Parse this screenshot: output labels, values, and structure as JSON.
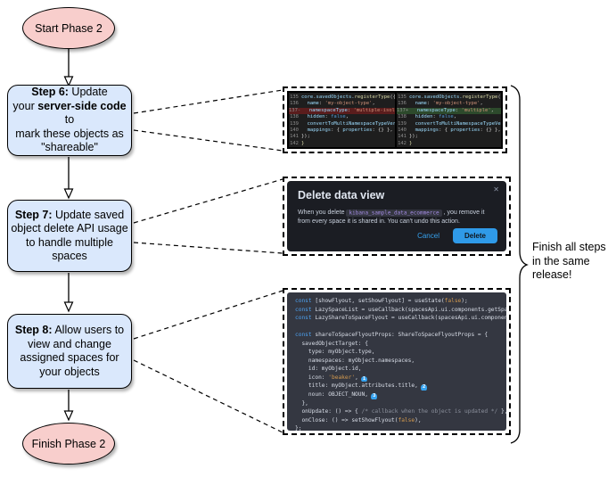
{
  "colors": {
    "accent_blue": "#36a2ef",
    "step_box_fill": "#dae8fc",
    "terminator_fill": "#f8cecc",
    "diff_removed_bg": "#5a1d1d",
    "diff_added_bg": "#2d4a2c",
    "code_block_bg": "#343741",
    "modal_bg": "#1b1d23"
  },
  "flow": {
    "start": "Start Phase 2",
    "finish": "Finish Phase 2",
    "steps": [
      {
        "lines": [
          [
            {
              "b": 1,
              "t": "Step 6:"
            },
            {
              "t": " Update"
            }
          ],
          [
            {
              "t": "your "
            },
            {
              "b": 1,
              "t": "server-side code"
            },
            {
              "t": " to"
            }
          ],
          [
            {
              "t": "mark these objects as"
            }
          ],
          [
            {
              "t": "\"shareable\""
            }
          ]
        ]
      },
      {
        "lines": [
          [
            {
              "b": 1,
              "t": "Step 7:"
            },
            {
              "t": " Update saved"
            }
          ],
          [
            {
              "t": "object delete API usage"
            }
          ],
          [
            {
              "t": "to handle multiple spaces"
            }
          ]
        ]
      },
      {
        "lines": [
          [
            {
              "b": 1,
              "t": "Step 8:"
            },
            {
              "t": " Allow users to"
            }
          ],
          [
            {
              "t": "view and change"
            }
          ],
          [
            {
              "t": "assigned spaces for"
            }
          ],
          [
            {
              "t": "your objects"
            }
          ]
        ]
      }
    ]
  },
  "note": {
    "text": "Finish all steps in the same release!"
  },
  "diff_panel": {
    "left": {
      "lines": [
        {
          "num": "135",
          "mark": "",
          "tokens": [
            [
              "prop",
              "core.savedObjects."
            ],
            [
              "fn",
              "registerType"
            ],
            [
              "pl",
              "({"
            ]
          ]
        },
        {
          "num": "136",
          "mark": "",
          "tokens": [
            [
              "pl",
              "  "
            ],
            [
              "prop",
              "name"
            ],
            [
              "pl",
              ": "
            ],
            [
              "str",
              "'my-object-type'"
            ],
            [
              "pl",
              ","
            ]
          ]
        },
        {
          "num": "137-",
          "mark": "del",
          "tokens": [
            [
              "pl",
              "  "
            ],
            [
              "prop",
              "namespaceType"
            ],
            [
              "pl",
              ": "
            ],
            [
              "str",
              "'multiple-isolated'"
            ],
            [
              "pl",
              ","
            ]
          ]
        },
        {
          "num": "138",
          "mark": "",
          "tokens": [
            [
              "pl",
              "  "
            ],
            [
              "prop",
              "hidden"
            ],
            [
              "pl",
              ": "
            ],
            [
              "kw",
              "false"
            ],
            [
              "pl",
              ","
            ]
          ]
        },
        {
          "num": "139",
          "mark": "",
          "tokens": [
            [
              "pl",
              "  "
            ],
            [
              "prop",
              "convertToMultiNamespaceTypeVersion"
            ],
            [
              "pl",
              ":"
            ]
          ]
        },
        {
          "num": "140",
          "mark": "",
          "tokens": [
            [
              "pl",
              "  "
            ],
            [
              "prop",
              "mappings"
            ],
            [
              "pl",
              ": { "
            ],
            [
              "prop",
              "properties"
            ],
            [
              "pl",
              ": {} },"
            ]
          ]
        },
        {
          "num": "141",
          "mark": "",
          "tokens": [
            [
              "pl",
              "});"
            ]
          ]
        },
        {
          "num": "142",
          "mark": "",
          "tokens": [
            [
              "fn",
              "}"
            ]
          ]
        }
      ]
    },
    "right": {
      "lines": [
        {
          "num": "135",
          "mark": "",
          "tokens": [
            [
              "prop",
              "core.savedObjects."
            ],
            [
              "fn",
              "registerType"
            ],
            [
              "pl",
              "({"
            ]
          ]
        },
        {
          "num": "136",
          "mark": "",
          "tokens": [
            [
              "pl",
              "  "
            ],
            [
              "prop",
              "name"
            ],
            [
              "pl",
              ": "
            ],
            [
              "str",
              "'my-object-type'"
            ],
            [
              "pl",
              ","
            ]
          ]
        },
        {
          "num": "137+",
          "mark": "add",
          "tokens": [
            [
              "pl",
              "  "
            ],
            [
              "prop",
              "namespaceType"
            ],
            [
              "pl",
              ": "
            ],
            [
              "str",
              "'multiple'"
            ],
            [
              "pl",
              ","
            ]
          ]
        },
        {
          "num": "138",
          "mark": "",
          "tokens": [
            [
              "pl",
              "  "
            ],
            [
              "prop",
              "hidden"
            ],
            [
              "pl",
              ": "
            ],
            [
              "kw",
              "false"
            ],
            [
              "pl",
              ","
            ]
          ]
        },
        {
          "num": "139",
          "mark": "",
          "tokens": [
            [
              "pl",
              "  "
            ],
            [
              "prop",
              "convertToMultiNamespaceTypeVersion"
            ],
            [
              "pl",
              ":"
            ]
          ]
        },
        {
          "num": "140",
          "mark": "",
          "tokens": [
            [
              "pl",
              "  "
            ],
            [
              "prop",
              "mappings"
            ],
            [
              "pl",
              ": { "
            ],
            [
              "prop",
              "properties"
            ],
            [
              "pl",
              ": {} },"
            ]
          ]
        },
        {
          "num": "141",
          "mark": "",
          "tokens": [
            [
              "pl",
              "});"
            ]
          ]
        },
        {
          "num": "142",
          "mark": "",
          "tokens": [
            [
              "fn",
              "}"
            ]
          ]
        }
      ]
    }
  },
  "dialog": {
    "title": "Delete data view",
    "close": "✕",
    "body_pre": "When you delete ",
    "code_chip": "kibana_sample_data_ecommerce",
    "body_post": " , you remove it from every space it is shared in. You can't undo this action.",
    "cancel_label": "Cancel",
    "delete_label": "Delete"
  },
  "code_panel": {
    "lines": [
      {
        "tokens": [
          [
            "ek",
            "const"
          ],
          [
            "ep",
            " [showFlyout, setShowFlyout] = useState("
          ],
          [
            "es",
            "false"
          ],
          [
            "ep",
            ");"
          ]
        ]
      },
      {
        "tokens": [
          [
            "ek",
            "const"
          ],
          [
            "ep",
            " LazySpaceList = useCallback(spacesApi.ui.components.getSpaceLi"
          ]
        ]
      },
      {
        "tokens": [
          [
            "ek",
            "const"
          ],
          [
            "ep",
            " LazyShareToSpaceFlyout = useCallback(spacesApi.ui.components.ge"
          ]
        ]
      },
      {
        "tokens": []
      },
      {
        "tokens": [
          [
            "ek",
            "const"
          ],
          [
            "ep",
            " shareToSpaceFlyoutProps: ShareToSpaceFlyoutProps = {"
          ]
        ]
      },
      {
        "tokens": [
          [
            "ep",
            "  savedObjectTarget: {"
          ]
        ]
      },
      {
        "tokens": [
          [
            "ep",
            "    type: myObject.type,"
          ]
        ]
      },
      {
        "tokens": [
          [
            "ep",
            "    namespaces: myObject.namespaces,"
          ]
        ]
      },
      {
        "tokens": [
          [
            "ep",
            "    id: myObject.id,"
          ]
        ]
      },
      {
        "tokens": [
          [
            "ep",
            "    icon: "
          ],
          [
            "es",
            "'beaker'"
          ],
          [
            "ep",
            ","
          ]
        ],
        "marker": "1"
      },
      {
        "tokens": [
          [
            "ep",
            "    title: myObject.attributes.title,"
          ]
        ],
        "marker": "2"
      },
      {
        "tokens": [
          [
            "ep",
            "    noun: OBJECT_NOUN,"
          ]
        ],
        "marker": "3"
      },
      {
        "tokens": [
          [
            "ep",
            "  },"
          ]
        ]
      },
      {
        "tokens": [
          [
            "ep",
            "  onUpdate: () => { "
          ],
          [
            "ec",
            "/* callback when the object is updated */"
          ],
          [
            "ep",
            " },"
          ]
        ]
      },
      {
        "tokens": [
          [
            "ep",
            "  onClose: () => setShowFlyout("
          ],
          [
            "es",
            "false"
          ],
          [
            "ep",
            "),"
          ]
        ]
      },
      {
        "tokens": [
          [
            "ep",
            "};"
          ]
        ]
      }
    ]
  }
}
